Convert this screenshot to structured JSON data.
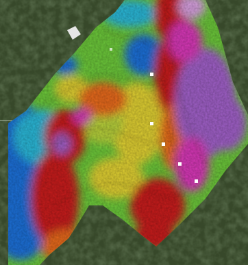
{
  "map": {
    "basemap": "aerial-forest-imagery",
    "overlay": "survey-heatmap-with-contours",
    "colors": {
      "forest_dark": "#2c3d22",
      "forest_mid": "#4a5d38",
      "low_blue": "#1f6fd8",
      "low_cyan": "#29b8d8",
      "mid_green": "#6cc83a",
      "mid_yellow": "#e0d030",
      "high_orange": "#e86a1c",
      "high_red": "#c81e1e",
      "peak_magenta": "#d838b8",
      "peak_purple": "#a060c8",
      "contour_line": "#3a2a1a",
      "marker": "#ffffff",
      "building": "#e8e8e8"
    },
    "legend_visible": false,
    "marker_count": 6
  }
}
